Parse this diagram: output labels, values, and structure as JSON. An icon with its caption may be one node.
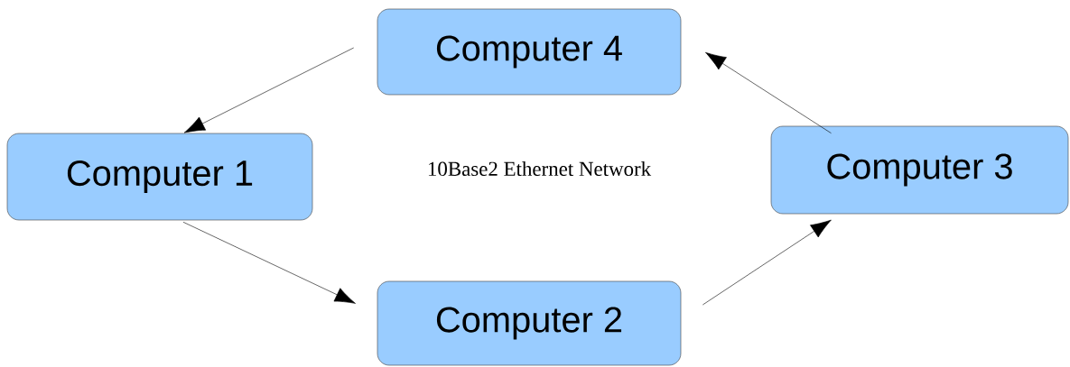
{
  "diagram": {
    "nodes": [
      {
        "text": [
          "Computer 4"
        ]
      },
      {
        "text": [
          "Computer 1"
        ]
      },
      {
        "text": [
          "Computer 3"
        ]
      },
      {
        "text": [
          "Computer 2"
        ]
      }
    ],
    "edges": [
      {
        "from": 0,
        "to": 1,
        "arrow": "to"
      },
      {
        "from": 1,
        "to": 3,
        "arrow": "to"
      },
      {
        "from": 3,
        "to": 2,
        "arrow": "to"
      },
      {
        "from": 2,
        "to": 0,
        "arrow": "to"
      }
    ],
    "labels": [
      "10Base2 Ethernet Network"
    ]
  }
}
